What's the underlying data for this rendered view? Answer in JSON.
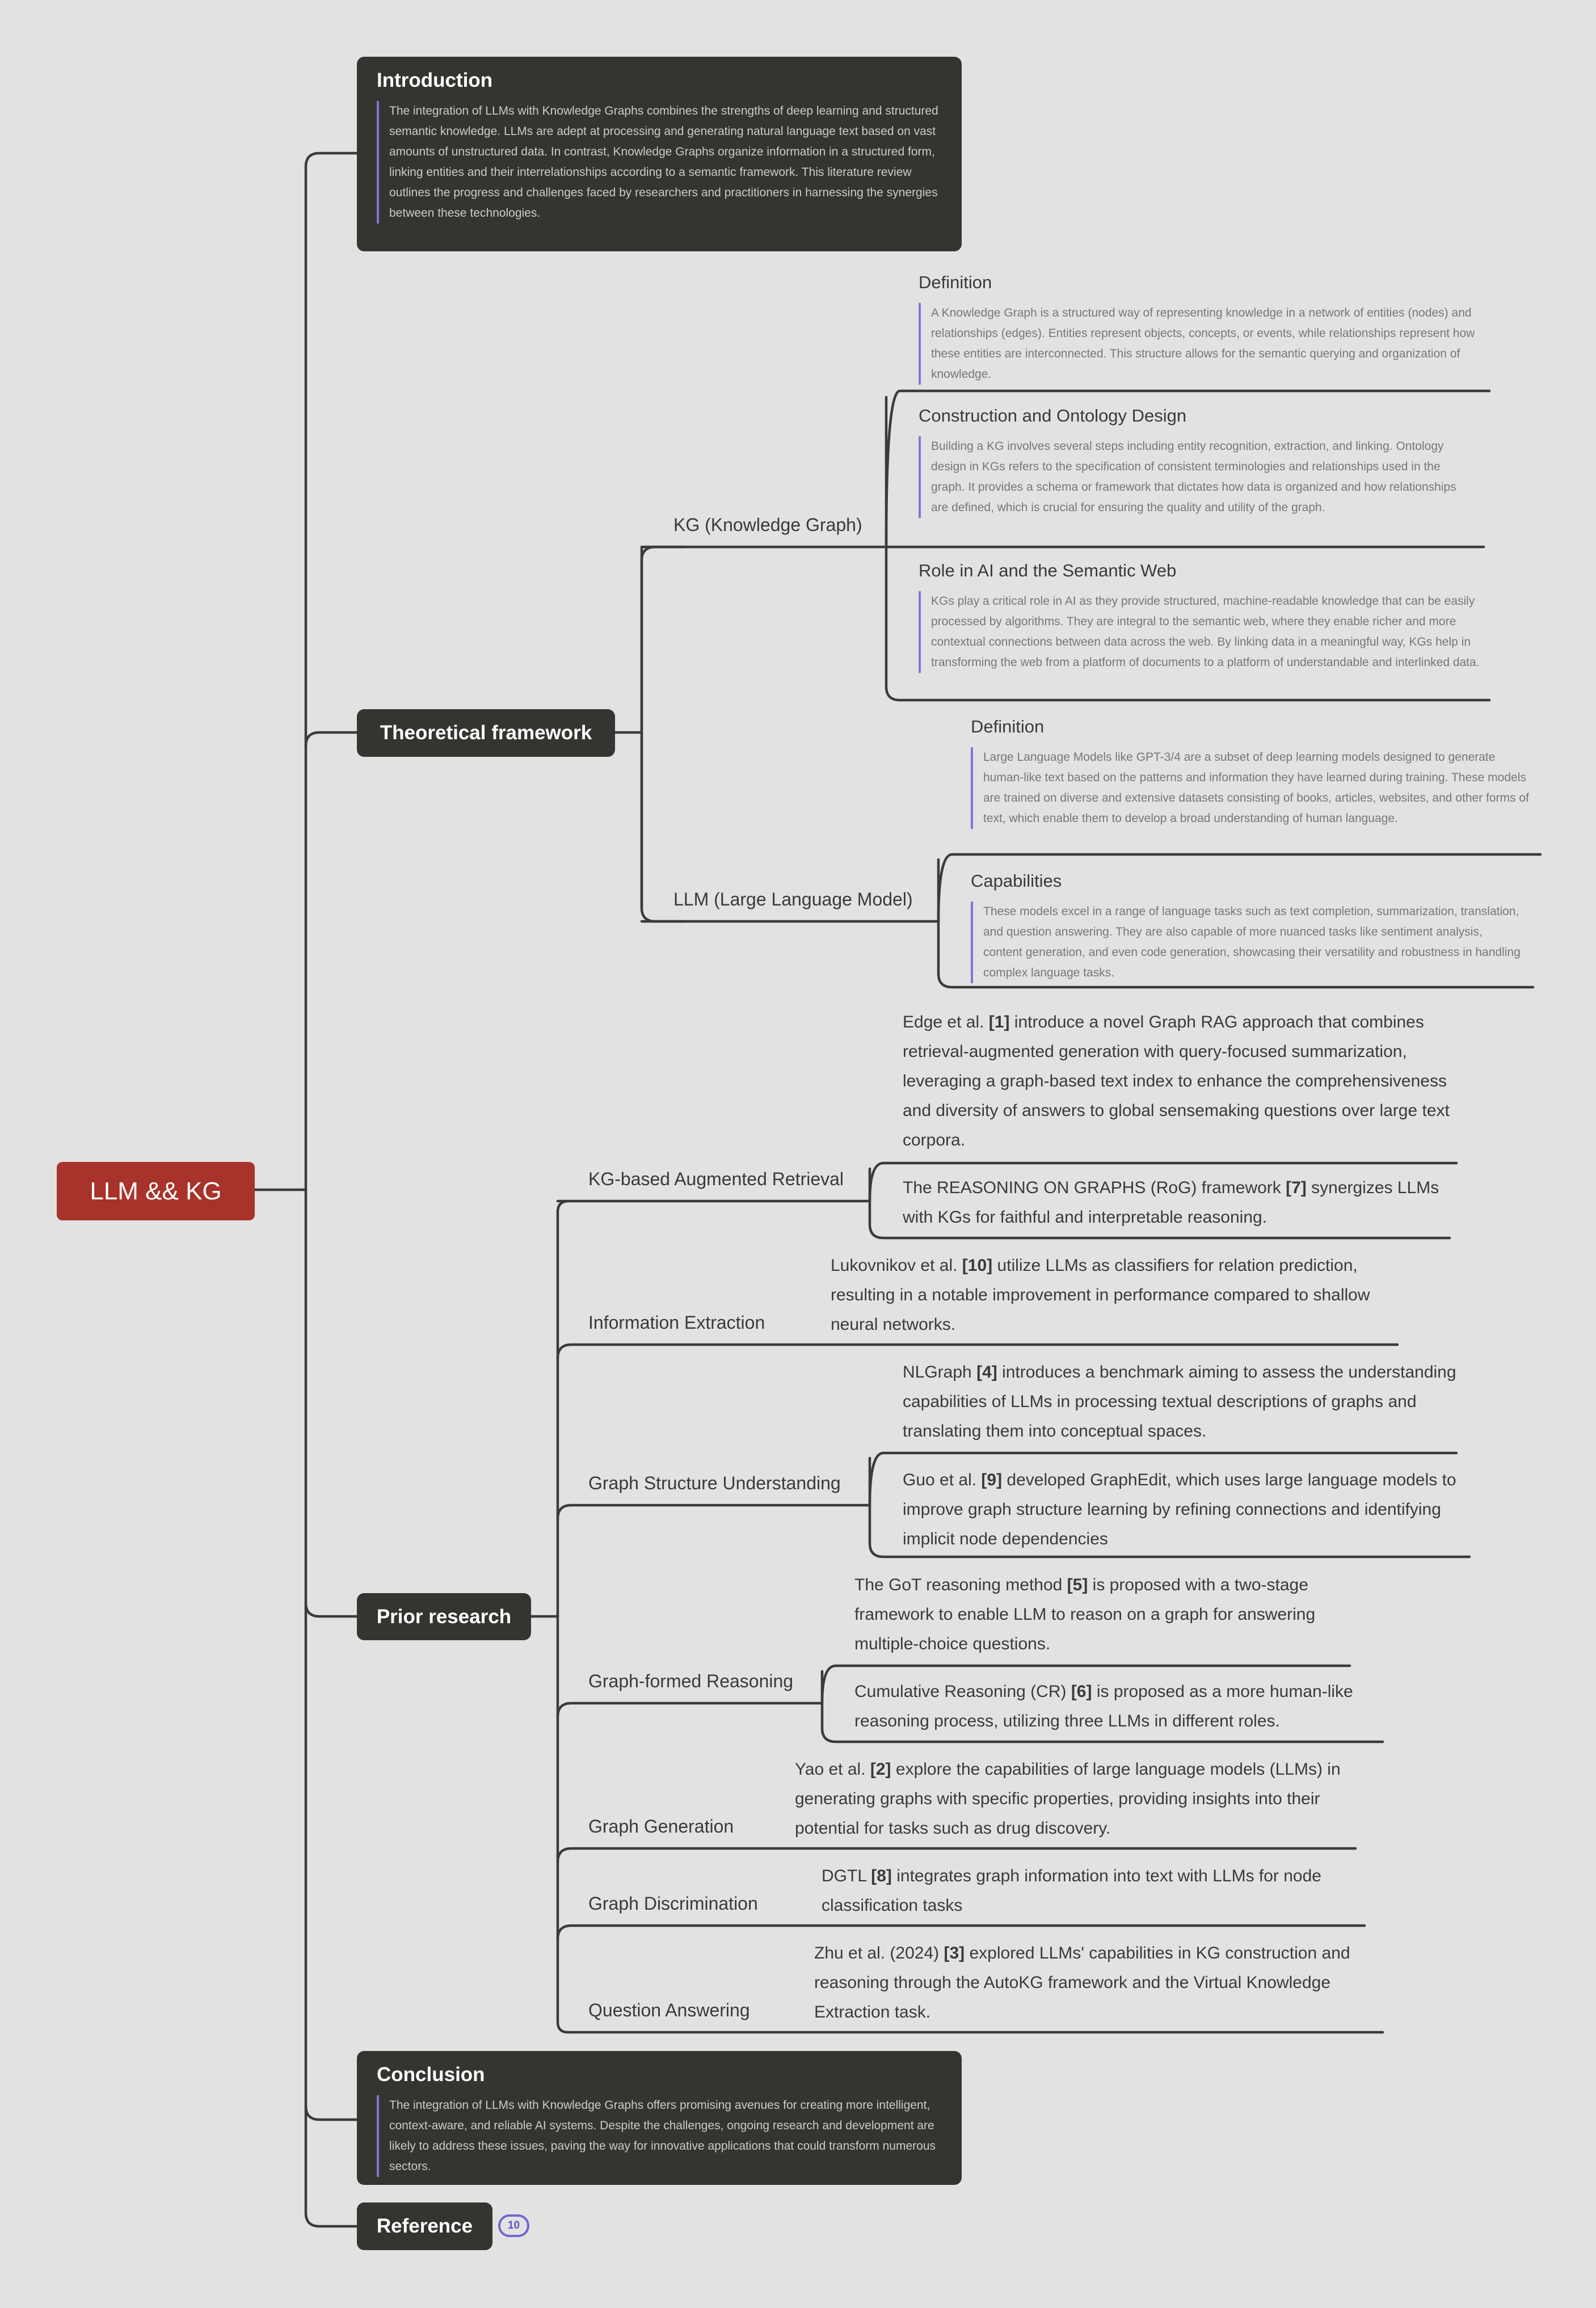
{
  "root": {
    "label": "LLM && KG"
  },
  "introduction": {
    "title": "Introduction",
    "body": "The integration of LLMs with Knowledge Graphs combines the strengths of deep learning and structured semantic knowledge. LLMs are adept at processing and generating natural language text based on vast amounts of unstructured data. In contrast, Knowledge Graphs organize information in a structured form, linking entities and their interrelationships according to a semantic framework. This literature review outlines the progress and challenges faced by researchers and practitioners in harnessing the synergies between these technologies."
  },
  "theoretical": {
    "title": "Theoretical framework",
    "kg": {
      "label": "KG (Knowledge Graph)",
      "sections": [
        {
          "heading": "Definition",
          "body": "A Knowledge Graph is a structured way of representing knowledge in a network of entities (nodes) and relationships (edges). Entities represent objects, concepts, or events, while relationships represent how these entities are interconnected. This structure allows for the semantic querying and organization of knowledge."
        },
        {
          "heading": "Construction and Ontology Design",
          "body": "Building a KG involves several steps including entity recognition, extraction, and linking. Ontology design in KGs refers to the specification of consistent terminologies and relationships used in the graph. It provides a schema or framework that dictates how data is organized and how relationships are defined, which is crucial for ensuring the quality and utility of the graph."
        },
        {
          "heading": "Role in AI and the Semantic Web",
          "body": "KGs play a critical role in AI as they provide structured, machine-readable knowledge that can be easily processed by algorithms. They are integral to the semantic web, where they enable richer and more contextual connections between data across the web. By linking data in a meaningful way, KGs help in transforming the web from a platform of documents to a platform of understandable and interlinked data."
        }
      ]
    },
    "llm": {
      "label": "LLM (Large Language Model)",
      "sections": [
        {
          "heading": "Definition",
          "body": "Large Language Models like GPT-3/4 are a subset of deep learning models designed to generate human-like text based on the patterns and information they have learned during training. These models are trained on diverse and extensive datasets consisting of books, articles, websites, and other forms of text, which enable them to develop a broad understanding of human language."
        },
        {
          "heading": "Capabilities",
          "body": "These models excel in a range of language tasks such as text completion, summarization, translation, and question answering. They are also capable of more nuanced tasks like sentiment analysis, content generation, and even code generation, showcasing their versatility and robustness in handling complex language tasks."
        }
      ]
    }
  },
  "prior": {
    "title": "Prior research",
    "branches": [
      {
        "label": "KG-based Augmented Retrieval",
        "items": [
          {
            "pre": "Edge et al. ",
            "ref": "[1]",
            "post": " introduce a novel Graph RAG approach that combines retrieval-augmented generation with query-focused summarization, leveraging a graph-based text index to enhance the comprehensiveness and diversity of answers to global sensemaking questions over large text corpora."
          },
          {
            "pre": "The REASONING ON GRAPHS (RoG) framework ",
            "ref": "[7]",
            "post": " synergizes LLMs with KGs for faithful and interpretable reasoning."
          }
        ]
      },
      {
        "label": "Information Extraction",
        "items": [
          {
            "pre": "Lukovnikov et al. ",
            "ref": "[10]",
            "post": "  utilize LLMs as classifiers for relation prediction, resulting in a notable improvement in performance compared to shallow neural networks."
          }
        ]
      },
      {
        "label": "Graph Structure Understanding",
        "items": [
          {
            "pre": "NLGraph ",
            "ref": "[4]",
            "post": " introduces a benchmark aiming to assess the understanding capabilities of LLMs in processing textual descriptions of graphs and translating them into conceptual spaces."
          },
          {
            "pre": "Guo et al. ",
            "ref": "[9]",
            "post": " developed GraphEdit, which uses large language models to improve graph structure learning by refining connections and identifying implicit node dependencies"
          }
        ]
      },
      {
        "label": "Graph-formed Reasoning",
        "items": [
          {
            "pre": "The GoT reasoning method ",
            "ref": "[5]",
            "post": " is proposed with a two-stage framework to enable LLM to reason on a graph for answering multiple-choice questions."
          },
          {
            "pre": "Cumulative Reasoning (CR) ",
            "ref": "[6]",
            "post": " is proposed as a more human-like reasoning process, utilizing three LLMs in different roles."
          }
        ]
      },
      {
        "label": "Graph Generation",
        "items": [
          {
            "pre": "Yao et al. ",
            "ref": "[2]",
            "post": " explore the capabilities of large language models (LLMs) in generating graphs with specific properties, providing insights into their potential for tasks such as drug discovery."
          }
        ]
      },
      {
        "label": "Graph Discrimination",
        "items": [
          {
            "pre": "DGTL ",
            "ref": "[8]",
            "post": " integrates graph information into text with LLMs for node classification tasks"
          }
        ]
      },
      {
        "label": "Question Answering",
        "items": [
          {
            "pre": "Zhu et al. (2024) ",
            "ref": "[3]",
            "post": " explored LLMs' capabilities in KG construction and reasoning through the AutoKG framework and the Virtual Knowledge Extraction task."
          }
        ]
      }
    ]
  },
  "conclusion": {
    "title": "Conclusion",
    "body": "The integration of LLMs with Knowledge Graphs offers promising avenues for creating more intelligent, context-aware, and reliable AI systems. Despite the challenges, ongoing research and development are likely to address these issues, paving the way for innovative applications that could transform numerous sectors."
  },
  "reference": {
    "title": "Reference",
    "count": "10"
  },
  "colors": {
    "background": "#e2e2e2",
    "root": "#a8332a",
    "node": "#353431",
    "accent": "#7f76d6",
    "line": "#3b3b3b"
  }
}
